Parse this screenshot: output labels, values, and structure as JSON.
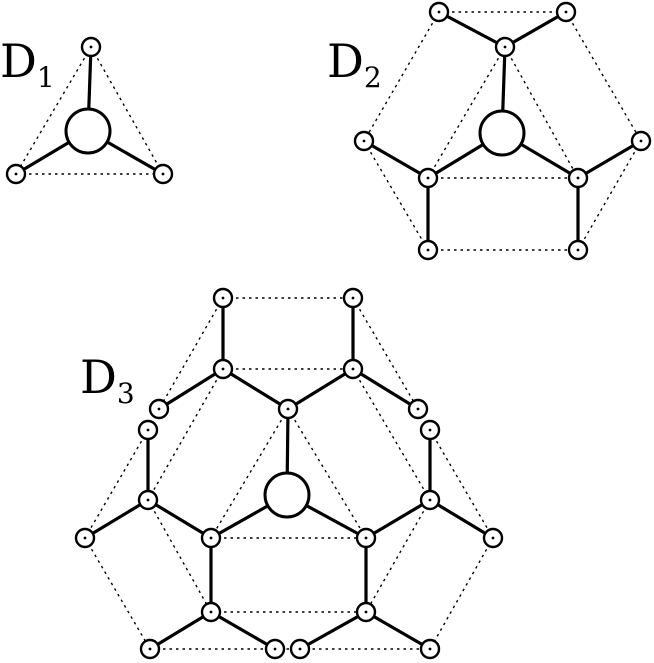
{
  "diagrams": [
    {
      "id": "d1",
      "label_main": "D",
      "label_sub": "1"
    },
    {
      "id": "d2",
      "label_main": "D",
      "label_sub": "2"
    },
    {
      "id": "d3",
      "label_main": "D",
      "label_sub": "3"
    }
  ]
}
